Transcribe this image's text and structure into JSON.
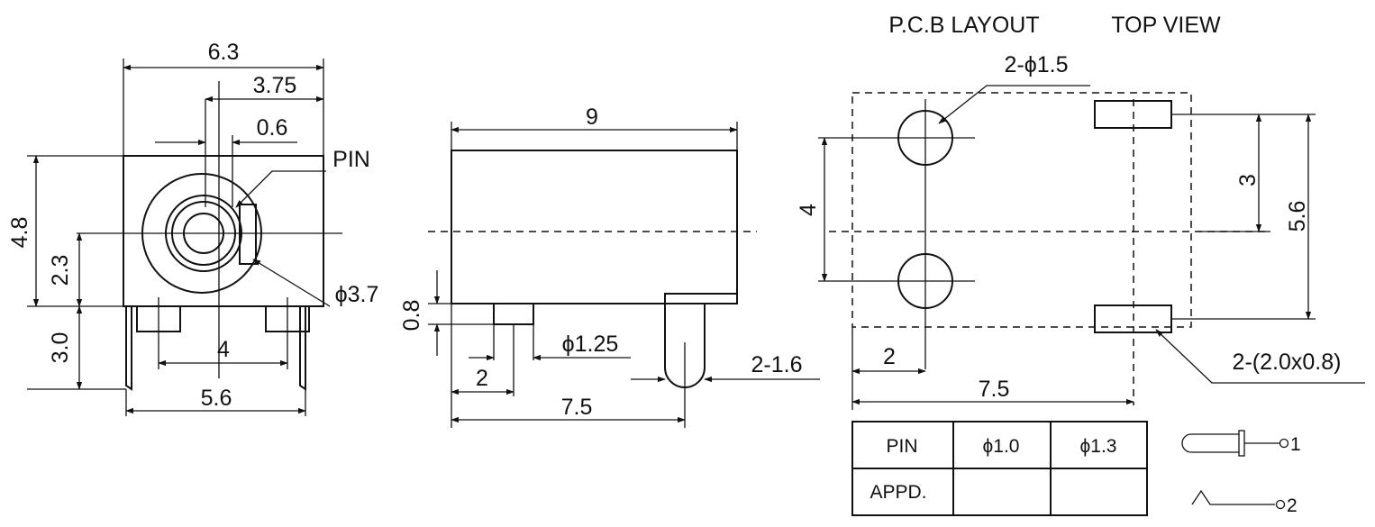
{
  "titles": {
    "pcb_layout": "P.C.B LAYOUT",
    "top_view": "TOP VIEW"
  },
  "front_view": {
    "width": "6.3",
    "offset": "3.75",
    "pin_width": "0.6",
    "pin_label": "PIN",
    "height": "4.8",
    "center_height": "2.3",
    "diameter": "ϕ3.7",
    "leg_length": "3.0",
    "inner_pitch": "4",
    "outer_pitch": "5.6"
  },
  "side_view": {
    "length": "9",
    "standoff": "0.8",
    "pin_diameter": "ϕ1.25",
    "pin_offset": "2",
    "pin_pitch": "7.5",
    "leg_width": "2-1.6"
  },
  "pcb": {
    "holes": "2-ϕ1.5",
    "hole_pitch": "4",
    "pad_pitch": "3",
    "pad_span": "5.6",
    "hole_offset": "2",
    "length": "7.5",
    "pads": "2-(2.0x0.8)"
  },
  "table": {
    "headers": [
      "PIN",
      "ϕ1.0",
      "ϕ1.3"
    ],
    "row_label": "APPD."
  },
  "legend": {
    "item1": "1",
    "item2": "2"
  }
}
